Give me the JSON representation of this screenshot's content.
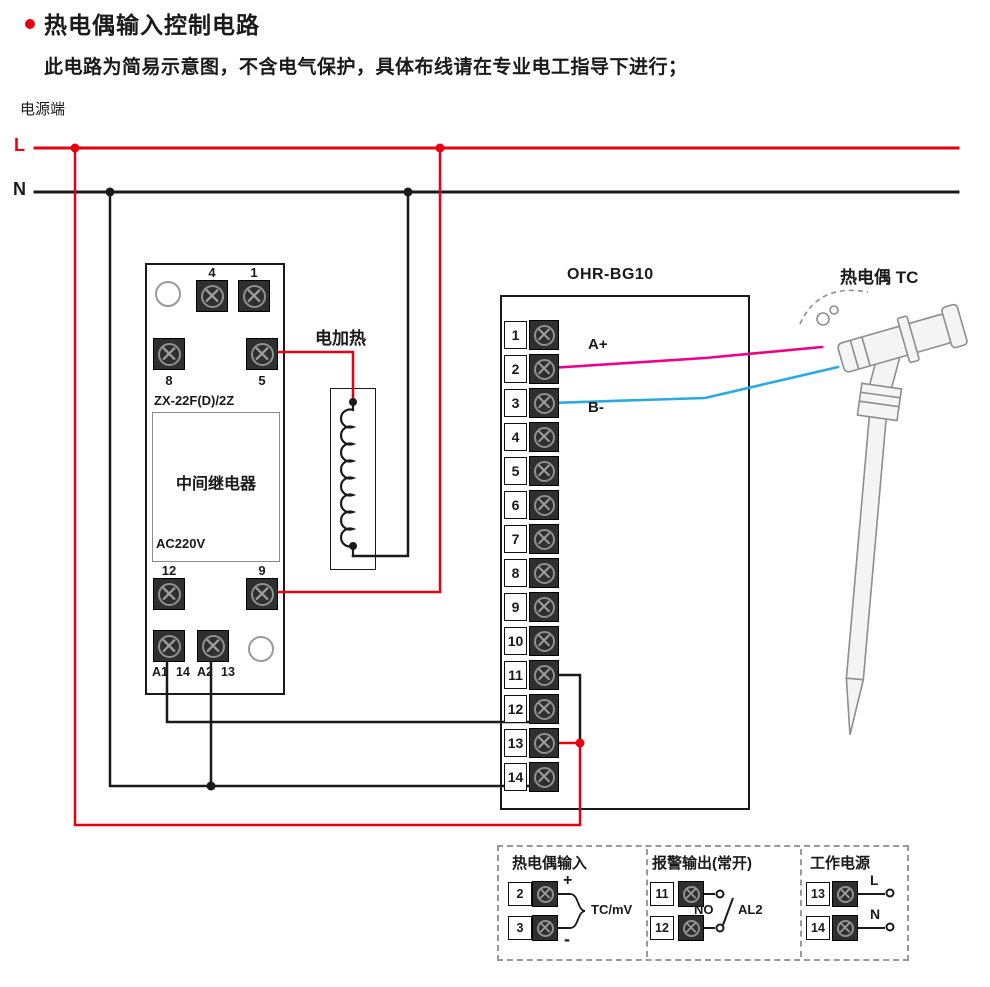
{
  "page": {
    "title": "热电偶输入控制电路",
    "subtitle": "此电路为简易示意图，不含电气保护，具体布线请在专业电工指导下进行；"
  },
  "power": {
    "label": "电源端",
    "line_l": "L",
    "line_n": "N"
  },
  "relay": {
    "model": "ZX-22F(D)/2Z",
    "name": "中间继电器",
    "voltage": "AC220V",
    "top_terminals": [
      "4",
      "1"
    ],
    "mid_terminals": [
      "8",
      "5"
    ],
    "lower_terminals": [
      "12",
      "9"
    ],
    "bottom_labels": [
      "A1",
      "14",
      "A2",
      "13"
    ]
  },
  "heater": {
    "label": "电加热"
  },
  "controller": {
    "model": "OHR-BG10",
    "terminals": [
      "1",
      "2",
      "3",
      "4",
      "5",
      "6",
      "7",
      "8",
      "9",
      "10",
      "11",
      "12",
      "13",
      "14"
    ],
    "wire_labels": {
      "a_plus": "A+",
      "b_minus": "B-"
    }
  },
  "thermocouple": {
    "label": "热电偶 TC"
  },
  "legend": {
    "sections": [
      {
        "title": "热电偶输入",
        "terminals": [
          "2",
          "3"
        ],
        "plus": "+",
        "minus": "-",
        "signal": "TC/mV"
      },
      {
        "title": "报警输出(常开)",
        "terminals": [
          "11",
          "12"
        ],
        "contact": "NO",
        "output": "AL2"
      },
      {
        "title": "工作电源",
        "terminals": [
          "13",
          "14"
        ],
        "line": "L",
        "neutral": "N"
      }
    ]
  },
  "colors": {
    "line_l": "#e60012",
    "line_n": "#1a1a1a",
    "wire_a_plus": "#ec008c",
    "wire_b_minus": "#29abe2"
  }
}
